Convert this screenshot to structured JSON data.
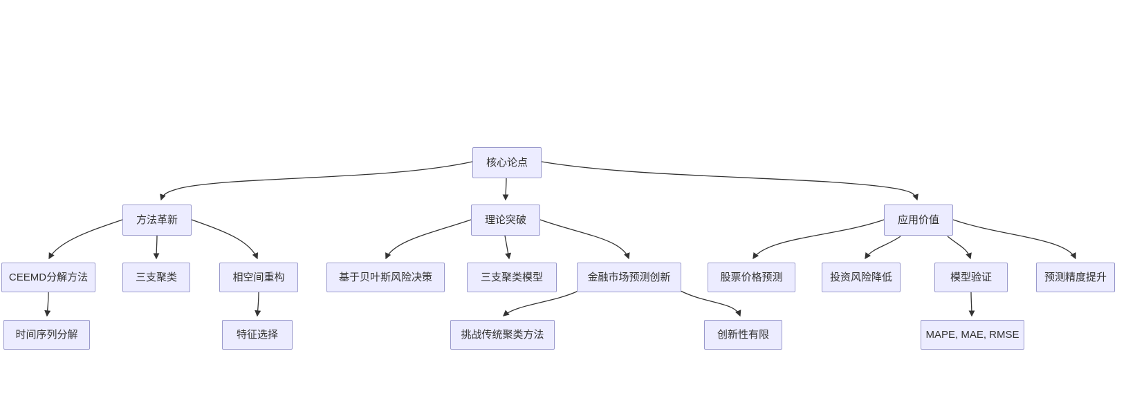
{
  "diagram": {
    "type": "flowchart-top-down",
    "background": "#ffffff",
    "colors": {
      "node_fill": "#ECECFF",
      "node_border": "#9999CC",
      "edge_line": "#333333",
      "node_text": "#333333"
    },
    "nodes": {
      "core": {
        "label": "核心论点"
      },
      "method": {
        "label": "方法革新"
      },
      "theory": {
        "label": "理论突破"
      },
      "apply": {
        "label": "应用价值"
      },
      "ceemd": {
        "label": "CEEMD分解方法"
      },
      "threeway": {
        "label": "三支聚类"
      },
      "phase": {
        "label": "相空间重构"
      },
      "bayes": {
        "label": "基于贝叶斯风险决策"
      },
      "twmodel": {
        "label": "三支聚类模型"
      },
      "finance": {
        "label": "金融市场预测创新"
      },
      "stock": {
        "label": "股票价格预测"
      },
      "risk": {
        "label": "投资风险降低"
      },
      "valid": {
        "label": "模型验证"
      },
      "accuracy": {
        "label": "预测精度提升"
      },
      "ts": {
        "label": "时间序列分解"
      },
      "feature": {
        "label": "特征选择"
      },
      "challenge": {
        "label": "挑战传统聚类方法"
      },
      "limited": {
        "label": "创新性有限"
      },
      "metrics": {
        "label": "MAPE, MAE, RMSE"
      }
    },
    "edges": [
      {
        "from": "core",
        "to": "method"
      },
      {
        "from": "core",
        "to": "theory"
      },
      {
        "from": "core",
        "to": "apply"
      },
      {
        "from": "method",
        "to": "ceemd"
      },
      {
        "from": "method",
        "to": "threeway"
      },
      {
        "from": "method",
        "to": "phase"
      },
      {
        "from": "theory",
        "to": "bayes"
      },
      {
        "from": "theory",
        "to": "twmodel"
      },
      {
        "from": "theory",
        "to": "finance"
      },
      {
        "from": "apply",
        "to": "stock"
      },
      {
        "from": "apply",
        "to": "risk"
      },
      {
        "from": "apply",
        "to": "valid"
      },
      {
        "from": "apply",
        "to": "accuracy"
      },
      {
        "from": "ceemd",
        "to": "ts"
      },
      {
        "from": "phase",
        "to": "feature"
      },
      {
        "from": "finance",
        "to": "challenge"
      },
      {
        "from": "finance",
        "to": "limited"
      },
      {
        "from": "valid",
        "to": "metrics"
      }
    ]
  }
}
